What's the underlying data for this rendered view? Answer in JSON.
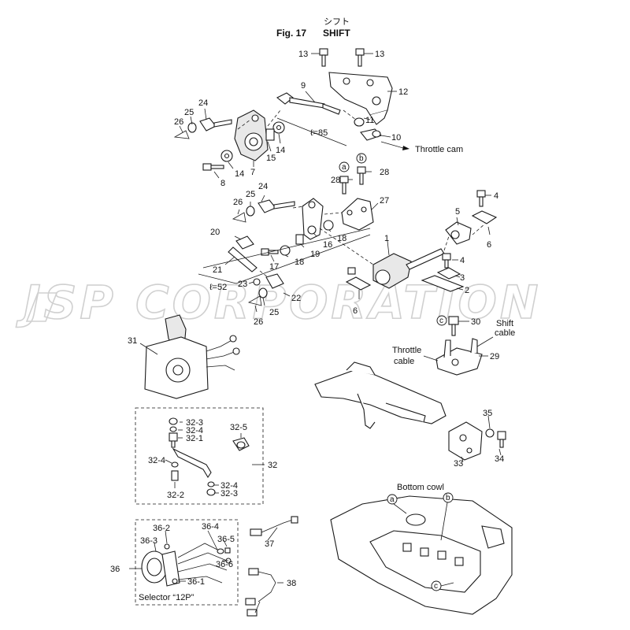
{
  "header": {
    "title_jp": "シフト",
    "fig_label": "Fig. 17",
    "title_en": "SHIFT"
  },
  "watermark": "JSP CORPORATION",
  "callouts": {
    "c1": "1",
    "c2": "2",
    "c3": "3",
    "c4a": "4",
    "c4b": "4",
    "c5": "5",
    "c6a": "6",
    "c6b": "6",
    "c7": "7",
    "c8": "8",
    "c9": "9",
    "c10": "10",
    "c11": "11",
    "c12": "12",
    "c13a": "13",
    "c13b": "13",
    "c14a": "14",
    "c14b": "14",
    "c15": "15",
    "c16": "16",
    "c17": "17",
    "c18a": "18",
    "c18b": "18",
    "c19": "19",
    "c20": "20",
    "c21": "21",
    "c22": "22",
    "c23": "23",
    "c24a": "24",
    "c24b": "24",
    "c25a": "25",
    "c25b": "25",
    "c25c": "25",
    "c26a": "26",
    "c26b": "26",
    "c26c": "26",
    "c27": "27",
    "c28a": "28",
    "c28b": "28",
    "c29": "29",
    "c30": "30",
    "c31": "31",
    "c32": "32",
    "c32_1": "32-1",
    "c32_2": "32-2",
    "c32_3a": "32-3",
    "c32_3b": "32-3",
    "c32_4a": "32-4",
    "c32_4b": "32-4",
    "c32_4c": "32-4",
    "c32_5": "32-5",
    "c33": "33",
    "c34": "34",
    "c35": "35",
    "c36": "36",
    "c36_1": "36-1",
    "c36_2": "36-2",
    "c36_3": "36-3",
    "c36_4": "36-4",
    "c36_5": "36-5",
    "c36_6": "36-6",
    "c37": "37",
    "c38": "38"
  },
  "annotations": {
    "length_85": "ℓ=85",
    "length_52": "ℓ=52",
    "throttle_cam": "Throttle cam",
    "shift_cable_1": "Shift",
    "shift_cable_2": "cable",
    "throttle_cable_1": "Throttle",
    "throttle_cable_2": "cable",
    "bottom_cowl": "Bottom cowl",
    "selector": "Selector  “12P”"
  },
  "markers": {
    "a": "a",
    "b": "b",
    "c": "c"
  }
}
